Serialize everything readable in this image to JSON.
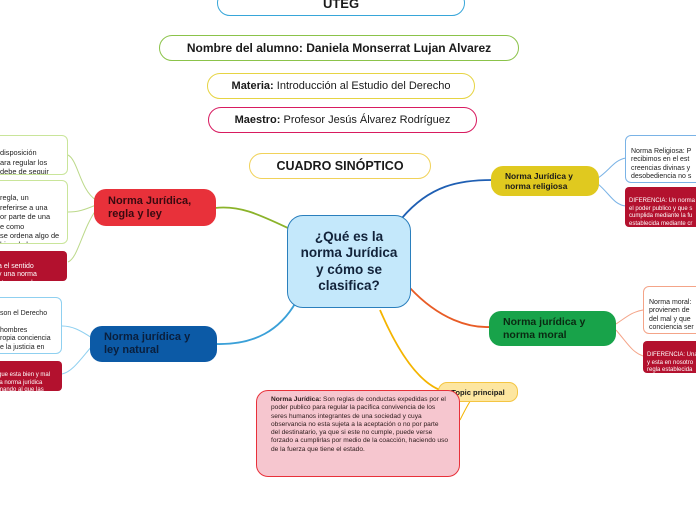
{
  "header": {
    "school": "UTEG",
    "student_label": "Nombre del alumno:",
    "student_name": "Daniela Monserrat Lujan Alvarez",
    "subject_label": "Materia:",
    "subject_name": "Introducción al Estudio del Derecho",
    "teacher_label": "Maestro:",
    "teacher_name": "Profesor Jesús Álvarez Rodríguez",
    "section_title": "CUADRO SINÓPTICO"
  },
  "central": {
    "label": "¿Qué es la norma Jurídica y cómo se clasifica?"
  },
  "left": {
    "topic1": "Norma Jurídica, regla y ley",
    "topic1_notes": [
      "disposición\nara regular los\n debe de seguir",
      "regla, un\nreferirse a una\nor parte de una\ne como\nse ordena algo de\nbien de la"
    ],
    "topic1_diff": "a el sentido\n y una norma\ncta general.",
    "topic2": "Norma jurídica y ley natural",
    "topic2_note": "son el Derecho\n\nhombres\nropia conciencia\ne la justicia en\ndo.",
    "topic2_diff": "que esta bien y mal\nla norma jurídica\nmando al que las"
  },
  "right": {
    "topic1": "Norma Jurídica y norma religiosa",
    "topic1_note": "Norma Religiosa: P\nrecibimos en el est\ncreencias divinas y\ndesobediencia no s\npor el creador o se",
    "topic1_diff": "DIFERENCIA: Un norma\nel poder publico y que s\ncumplida mediante la fu\nestablecida mediante cr\nserá castigada por la m",
    "topic2": "Norma jurídica y norma moral",
    "topic2_note": "Norma moral: \nprovienen de \ndel mal y que\nconciencia ser\ncumplimiento.",
    "topic2_diff": "DIFERENCIA: Una\ny esta en nosotro\nregla establecida\nforzara a ser cum"
  },
  "bottom": {
    "topic": "Topic principal",
    "definition_label": "Norma Jurídica:",
    "definition_text": "Son reglas de conductas expedidas por el poder publico para regular la pacífica convivencia de los seres humanos integrantes de una sociedad y cuya observancia no esta sujeta a la aceptación o no por parte del destinatario, ya que si este no cumple, puede verse forzado a cumplirlas por medio de la coacción, haciendo uso de la fuerza que tiene el estado."
  },
  "colors": {
    "central_fill": "#c4e8fb",
    "red_topic": "#e8313a",
    "blue_topic": "#0c5aa6",
    "yellow_topic": "#e0c91f",
    "green_topic": "#18a34a",
    "note_pink": "#f6c6cf",
    "diff_red": "#b3112e"
  }
}
